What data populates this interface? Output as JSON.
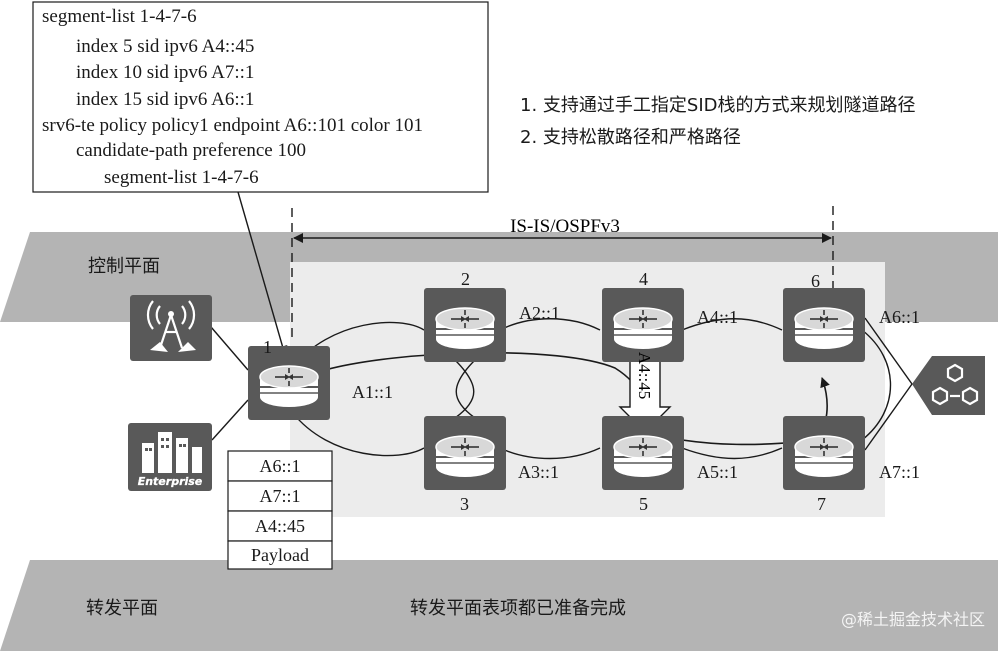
{
  "config_box": {
    "lines": [
      "segment-list 1-4-7-6",
      "index 5 sid ipv6 A4::45",
      "index 10 sid ipv6 A7::1",
      "index 15 sid ipv6 A6::1",
      "srv6-te policy policy1 endpoint A6::101 color 101",
      "candidate-path preference 100",
      "segment-list 1-4-7-6"
    ]
  },
  "features": [
    "1. 支持通过手工指定SID栈的方式来规划隧道路径",
    "2. 支持松散路径和严格路径"
  ],
  "igp_label": "IS-IS/OSPFv3",
  "planes": {
    "control": "控制平面",
    "forward": "转发平面",
    "forward_note": "转发平面表项都已准备完成"
  },
  "nodes": [
    {
      "id": "1",
      "label": "1",
      "addr": "A1::1"
    },
    {
      "id": "2",
      "label": "2",
      "addr": "A2::1"
    },
    {
      "id": "3",
      "label": "3",
      "addr": "A3::1"
    },
    {
      "id": "4",
      "label": "4",
      "addr": "A4::1"
    },
    {
      "id": "5",
      "label": "5",
      "addr": "A5::1"
    },
    {
      "id": "6",
      "label": "6",
      "addr": "A6::1"
    },
    {
      "id": "7",
      "label": "7",
      "addr": "A7::1"
    }
  ],
  "sid_arrow_label": "A4::45",
  "packet_stack": [
    "A6::1",
    "A7::1",
    "A4::45",
    "Payload"
  ],
  "icons": {
    "tower": "radio-tower-icon",
    "enterprise": "enterprise-building-icon",
    "enterprise_text": "Enterprise",
    "network": "network-hub-icon",
    "router": "router-icon"
  },
  "watermark": "@稀土掘金技术社区",
  "colors": {
    "plane": "#b4b4b4",
    "shade": "#ececec",
    "device": "#595959",
    "router_top": "#d8d8d8",
    "ink": "#1a1a1a"
  }
}
